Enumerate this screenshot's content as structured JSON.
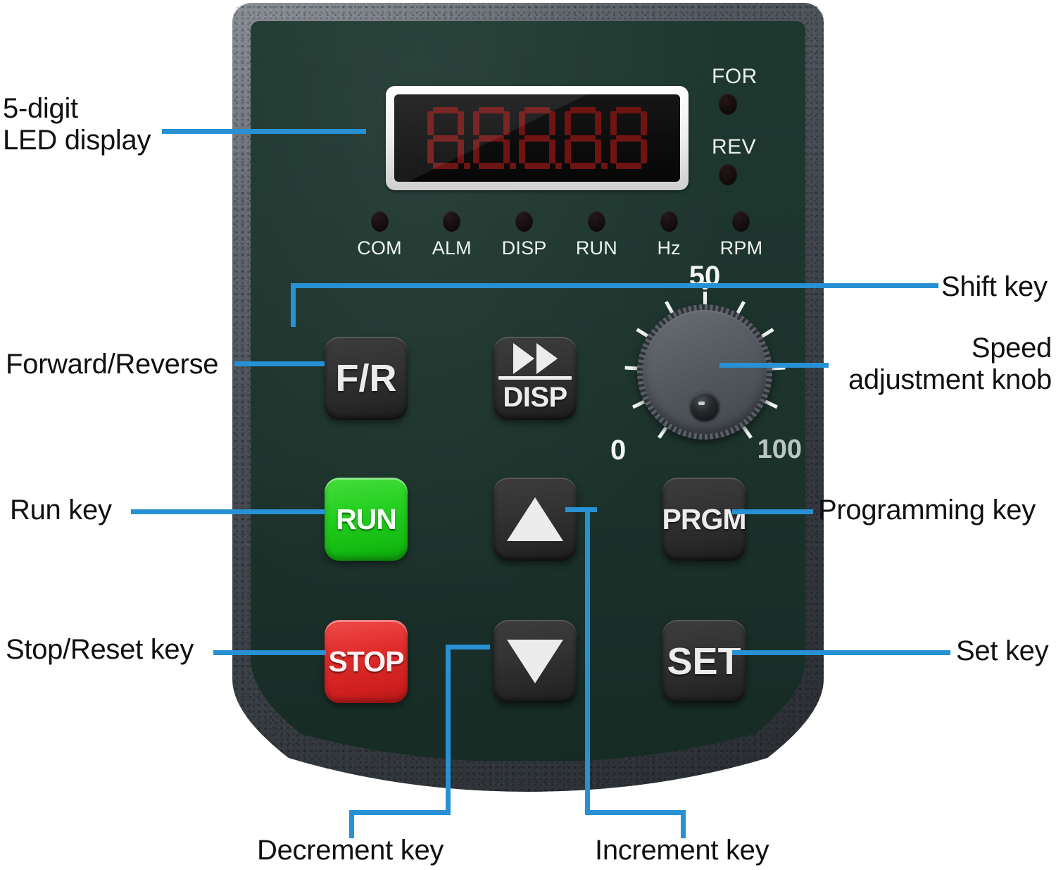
{
  "device": {
    "display": {
      "type": "5-digit-7-segment-led",
      "digits": [
        "8",
        "8",
        "8",
        "8",
        "8"
      ],
      "segment_color": "#6e1412",
      "screen_color": "#0c0c0c"
    },
    "direction_indicators": [
      {
        "label": "FOR",
        "name": "forward-indicator",
        "lit": false
      },
      {
        "label": "REV",
        "name": "reverse-indicator",
        "lit": false
      }
    ],
    "status_indicators": [
      {
        "label": "COM",
        "name": "com-indicator",
        "lit": false
      },
      {
        "label": "ALM",
        "name": "alm-indicator",
        "lit": false
      },
      {
        "label": "DISP",
        "name": "disp-indicator",
        "lit": false
      },
      {
        "label": "RUN",
        "name": "run-indicator",
        "lit": false
      },
      {
        "label": "Hz",
        "name": "hz-indicator",
        "lit": false
      },
      {
        "label": "RPM",
        "name": "rpm-indicator",
        "lit": false
      }
    ],
    "buttons": {
      "fr": {
        "label": "F/R",
        "color": "#2f2f2f"
      },
      "shift": {
        "label": "DISP",
        "color": "#2f2f2f"
      },
      "run": {
        "label": "RUN",
        "color": "#23cf1f"
      },
      "stop": {
        "label": "STOP",
        "color": "#e02a2a"
      },
      "up": {
        "label": "",
        "color": "#2f2f2f"
      },
      "down": {
        "label": "",
        "color": "#2f2f2f"
      },
      "prgm": {
        "label": "PRGM",
        "color": "#2f2f2f"
      },
      "set": {
        "label": "SET",
        "color": "#2f2f2f"
      }
    },
    "knob": {
      "top_label": "50",
      "min_label": "0",
      "max_label": "100",
      "tick_count": 11
    },
    "panel_color": "#1c332c",
    "bezel_color": "#43484e"
  },
  "callouts": {
    "accent_color": "#2791d4",
    "led_display_line1": "5-digit",
    "led_display_line2": "LED display",
    "forward_reverse": "Forward/Reverse",
    "run_key": "Run key",
    "stop_reset_key": "Stop/Reset key",
    "shift_key": "Shift key",
    "speed_knob_line1": "Speed",
    "speed_knob_line2": "adjustment knob",
    "programming_key": "Programming key",
    "set_key": "Set key",
    "decrement_key": "Decrement key",
    "increment_key": "Increment key"
  }
}
